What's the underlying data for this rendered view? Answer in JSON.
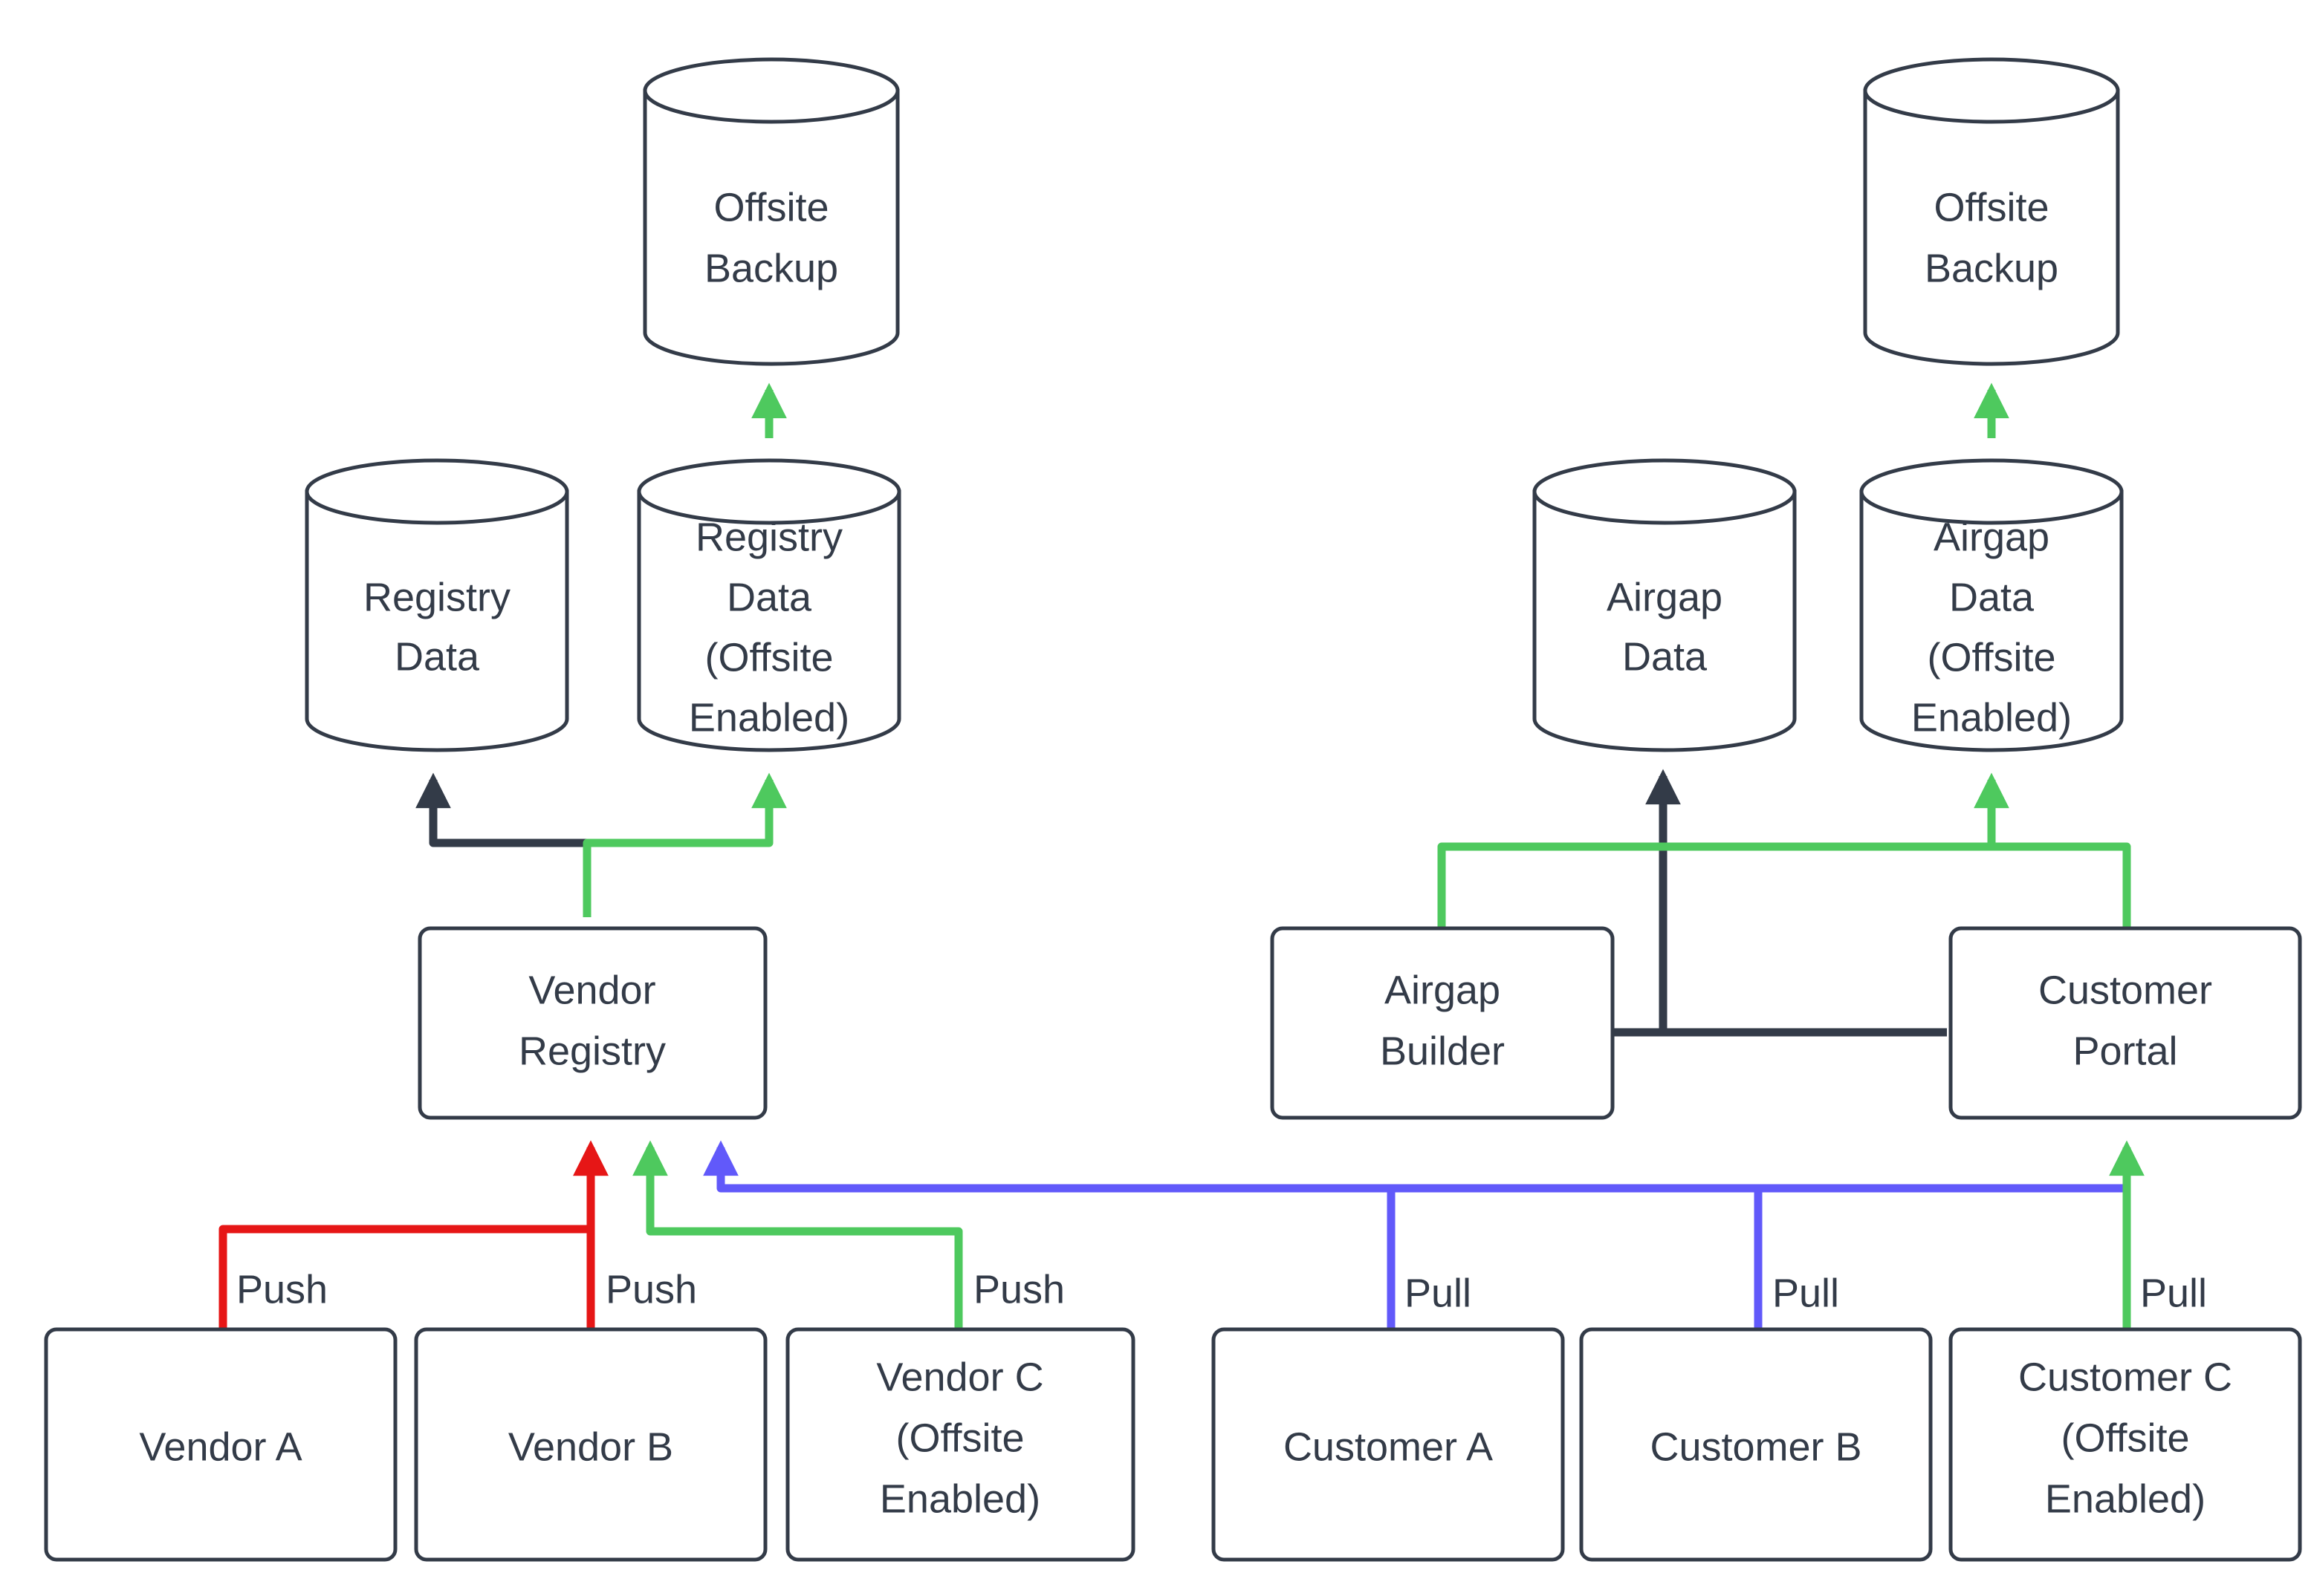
{
  "diagram": {
    "type": "flowchart",
    "title": "Vendor Registry and Customer Portal Data Flow",
    "colors": {
      "node_stroke": "#333b48",
      "node_fill": "#ffffff",
      "text": "#333b48",
      "edge_default": "#333b48",
      "edge_green": "#4ec95e",
      "edge_red": "#e61616",
      "edge_purple": "#6159fa",
      "background": "#ffffff"
    },
    "nodes": {
      "offsite_backup_left": {
        "label_line1": "Offsite",
        "label_line2": "Backup",
        "shape": "cylinder"
      },
      "offsite_backup_right": {
        "label_line1": "Offsite",
        "label_line2": "Backup",
        "shape": "cylinder"
      },
      "registry_data": {
        "label_line1": "Registry",
        "label_line2": "Data",
        "shape": "cylinder"
      },
      "registry_data_offsite": {
        "label_line1": "Registry",
        "label_line2": "Data",
        "label_line3": "(Offsite",
        "label_line4": "Enabled)",
        "shape": "cylinder"
      },
      "airgap_data": {
        "label_line1": "Airgap",
        "label_line2": "Data",
        "shape": "cylinder"
      },
      "airgap_data_offsite": {
        "label_line1": "Airgap",
        "label_line2": "Data",
        "label_line3": "(Offsite",
        "label_line4": "Enabled)",
        "shape": "cylinder"
      },
      "vendor_registry": {
        "label_line1": "Vendor",
        "label_line2": "Registry",
        "shape": "rounded-rect"
      },
      "airgap_builder": {
        "label_line1": "Airgap",
        "label_line2": "Builder",
        "shape": "rounded-rect"
      },
      "customer_portal": {
        "label_line1": "Customer",
        "label_line2": "Portal",
        "shape": "rounded-rect"
      },
      "vendor_a": {
        "label_line1": "Vendor A",
        "shape": "rounded-rect"
      },
      "vendor_b": {
        "label_line1": "Vendor B",
        "shape": "rounded-rect"
      },
      "vendor_c": {
        "label_line1": "Vendor C",
        "label_line2": "(Offsite",
        "label_line3": "Enabled)",
        "shape": "rounded-rect"
      },
      "customer_a": {
        "label_line1": "Customer A",
        "shape": "rounded-rect"
      },
      "customer_b": {
        "label_line1": "Customer B",
        "shape": "rounded-rect"
      },
      "customer_c": {
        "label_line1": "Customer C",
        "label_line2": "(Offsite",
        "label_line3": "Enabled)",
        "shape": "rounded-rect"
      }
    },
    "edge_labels": {
      "vendor_a_push": "Push",
      "vendor_b_push": "Push",
      "vendor_c_push": "Push",
      "customer_a_pull": "Pull",
      "customer_b_pull": "Pull",
      "customer_c_pull": "Pull"
    },
    "edges": [
      {
        "from": "vendor_a",
        "to": "vendor_registry",
        "label": "Push",
        "color": "#e61616"
      },
      {
        "from": "vendor_b",
        "to": "vendor_registry",
        "label": "Push",
        "color": "#e61616"
      },
      {
        "from": "vendor_c",
        "to": "vendor_registry",
        "label": "Push",
        "color": "#4ec95e"
      },
      {
        "from": "customer_a",
        "to": "vendor_registry",
        "label": "Pull",
        "color": "#6159fa"
      },
      {
        "from": "customer_b",
        "to": "vendor_registry",
        "label": "Pull",
        "color": "#6159fa"
      },
      {
        "from": "customer_c",
        "to": "customer_portal",
        "label": "Pull",
        "color": "#4ec95e"
      },
      {
        "from": "vendor_registry",
        "to": "registry_data",
        "label": "",
        "color": "#333b48"
      },
      {
        "from": "vendor_registry",
        "to": "registry_data_offsite",
        "label": "",
        "color": "#4ec95e"
      },
      {
        "from": "registry_data_offsite",
        "to": "offsite_backup_left",
        "label": "",
        "color": "#4ec95e"
      },
      {
        "from": "airgap_builder",
        "to": "airgap_data_offsite",
        "label": "",
        "color": "#4ec95e"
      },
      {
        "from": "customer_portal",
        "to": "airgap_data",
        "label": "",
        "color": "#333b48"
      },
      {
        "from": "customer_portal",
        "to": "airgap_data_offsite",
        "label": "",
        "color": "#4ec95e"
      },
      {
        "from": "airgap_data_offsite",
        "to": "offsite_backup_right",
        "label": "",
        "color": "#4ec95e"
      }
    ]
  }
}
